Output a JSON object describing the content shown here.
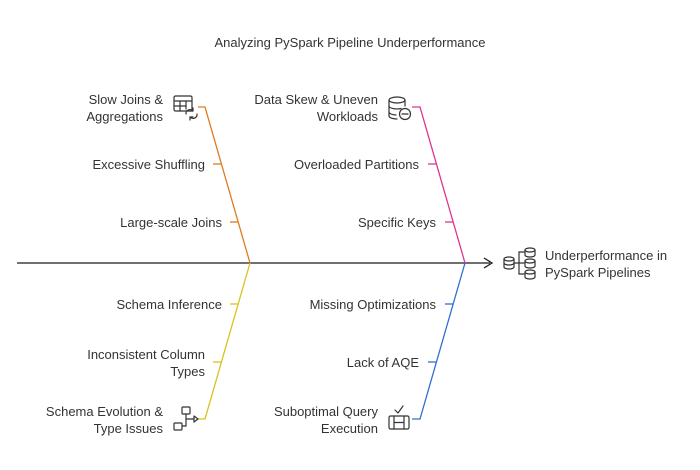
{
  "title": "Analyzing PySpark Pipeline Underperformance",
  "effect": {
    "line1": "Underperformance in",
    "line2": "PySpark Pipelines",
    "icon": "database-tree-icon"
  },
  "colors": {
    "spine": "#1a1a1a",
    "top_left": "#e07a1f",
    "top_right": "#e0358f",
    "bottom_left": "#d9c21a",
    "bottom_right": "#2f6fcf"
  },
  "categories": {
    "top_left": {
      "line1": "Slow Joins &",
      "line2": "Aggregations",
      "icon": "table-refresh-icon",
      "causes": [
        "Excessive Shuffling",
        "Large-scale Joins"
      ]
    },
    "top_right": {
      "line1": "Data Skew & Uneven",
      "line2": "Workloads",
      "icon": "database-minus-icon",
      "causes": [
        "Overloaded Partitions",
        "Specific Keys"
      ]
    },
    "bottom_left": {
      "line1": "Schema Evolution &",
      "line2": "Type Issues",
      "icon": "flowchart-icon",
      "causes": [
        "Schema Inference",
        "Inconsistent Column",
        "Types"
      ]
    },
    "bottom_right": {
      "line1": "Suboptimal Query",
      "line2": "Execution",
      "icon": "table-check-icon",
      "causes": [
        "Missing Optimizations",
        "Lack of AQE"
      ]
    }
  }
}
